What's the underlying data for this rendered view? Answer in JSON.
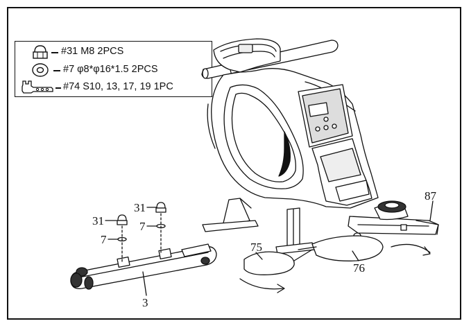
{
  "parts_list": [
    {
      "icon": "cap-nut-icon",
      "text": "#31 M8 2PCS"
    },
    {
      "icon": "washer-icon",
      "text": "#7 φ8*φ16*1.5 2PCS"
    },
    {
      "icon": "wrench-icon",
      "text": "#74 S10, 13, 17, 19 1PC"
    }
  ],
  "callouts": {
    "c31_left": "31",
    "c31_right": "31",
    "c7_left": "7",
    "c7_right": "7",
    "c3": "3",
    "c75": "75",
    "c76": "76",
    "c87": "87"
  }
}
